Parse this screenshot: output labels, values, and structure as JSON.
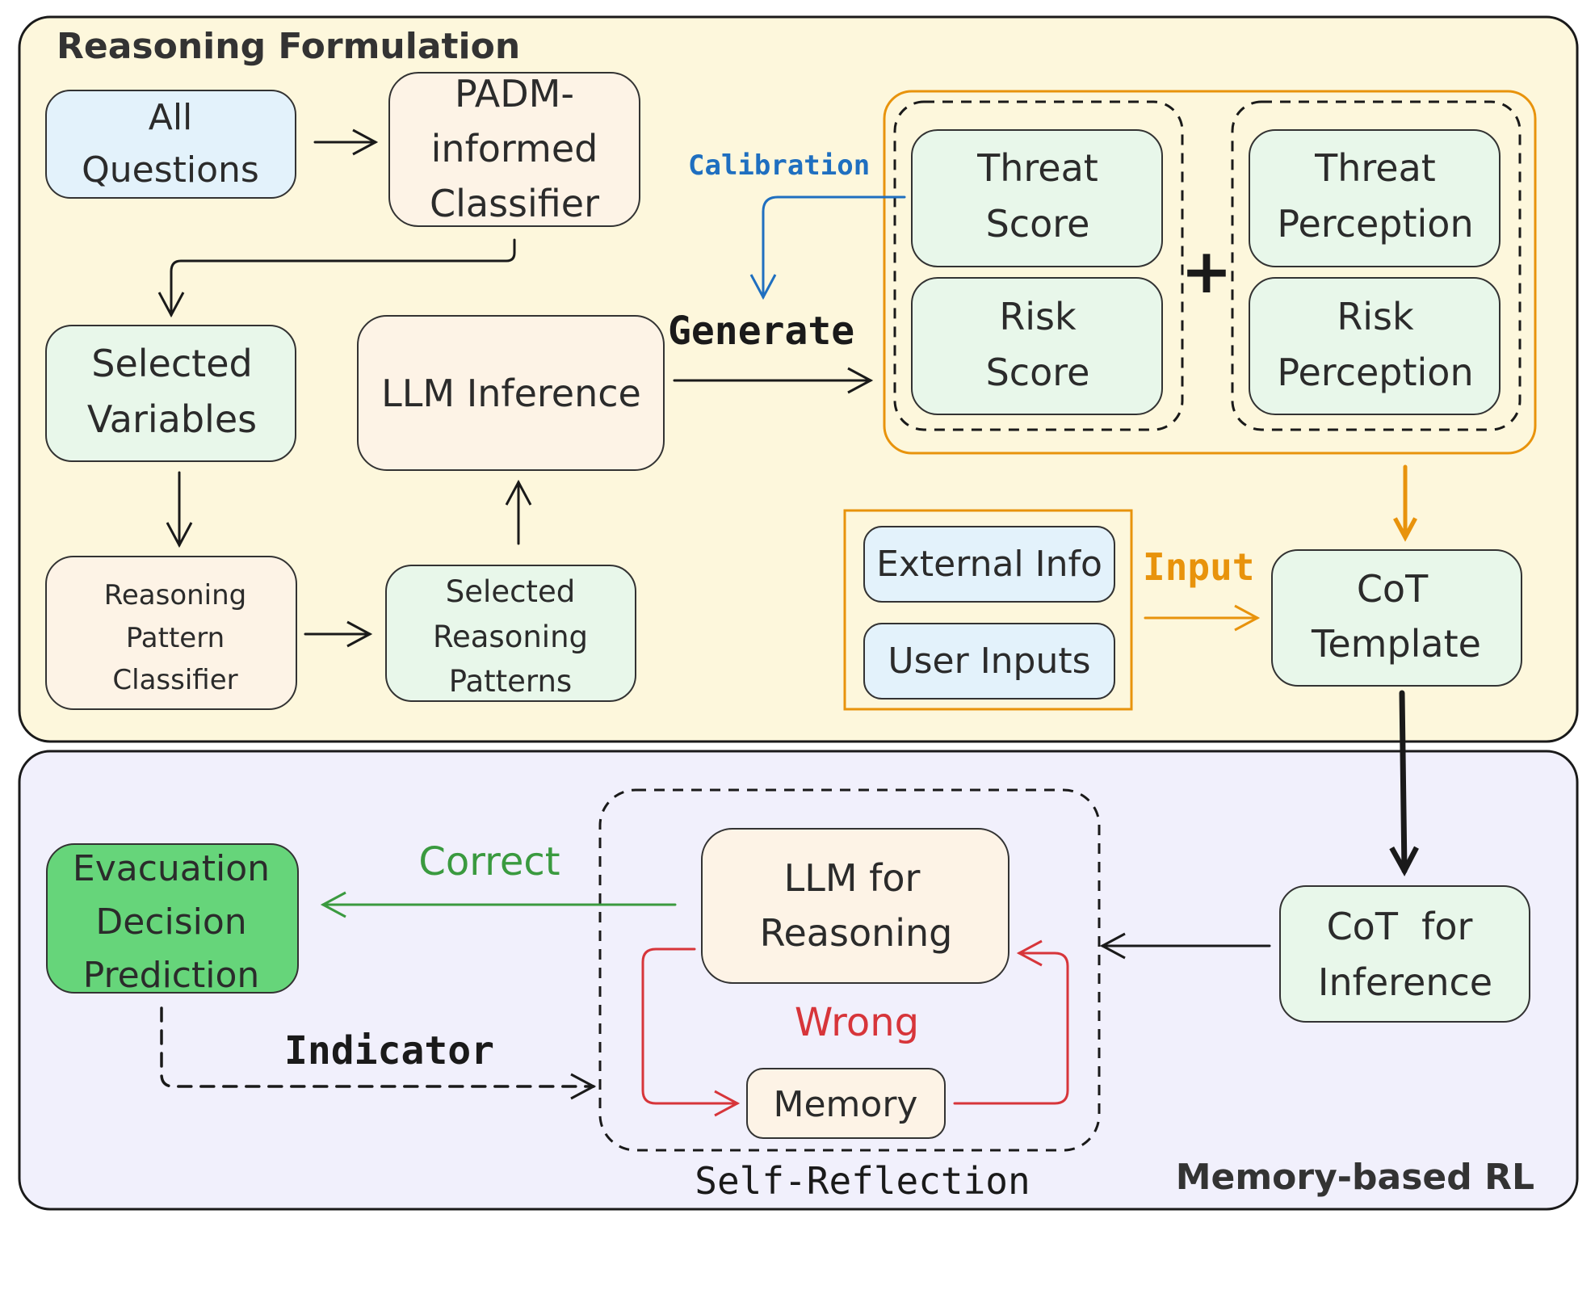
{
  "panels": {
    "reasoning_formulation": "Reasoning Formulation",
    "memory_rl": "Memory-based RL",
    "self_reflection": "Self-Reflection"
  },
  "nodes": {
    "all_questions": [
      "All",
      "Questions"
    ],
    "padm_classifier": [
      "PADM-",
      "informed",
      "Classifier"
    ],
    "selected_variables": [
      "Selected",
      "Variables"
    ],
    "llm_inference": [
      "LLM Inference"
    ],
    "reasoning_pattern_classifier": [
      "Reasoning",
      "Pattern",
      "Classifier"
    ],
    "selected_reasoning_patterns": [
      "Selected",
      "Reasoning",
      "Patterns"
    ],
    "threat_score": [
      "Threat",
      "Score"
    ],
    "risk_score": [
      "Risk",
      "Score"
    ],
    "threat_perception": [
      "Threat",
      "Perception"
    ],
    "risk_perception": [
      "Risk",
      "Perception"
    ],
    "external_info": [
      "External Info"
    ],
    "user_inputs": [
      "User Inputs"
    ],
    "cot_template": [
      "CoT",
      "Template"
    ],
    "evacuation_prediction": [
      "Evacuation",
      "Decision",
      "Prediction"
    ],
    "llm_for_reasoning": [
      "LLM for",
      "Reasoning"
    ],
    "memory": [
      "Memory"
    ],
    "cot_for_inference": [
      "CoT  for",
      "Inference"
    ]
  },
  "edge_labels": {
    "calibration": "Calibration",
    "generate": "Generate",
    "plus": "+",
    "input": "Input",
    "correct": "Correct",
    "wrong": "Wrong",
    "indicator": "Indicator"
  },
  "colors": {
    "panel_top_fill": "#fdf7dc",
    "panel_bottom_fill": "#f1f0fc",
    "blue_node": "#e3f2fb",
    "peach_node": "#fdf3e6",
    "mint_node": "#e8f7ea",
    "green_node": "#66d57a",
    "orange": "#e8930c",
    "calibration_blue": "#1f6fc0",
    "correct_green": "#3a9a3f",
    "wrong_red": "#d7353a"
  }
}
